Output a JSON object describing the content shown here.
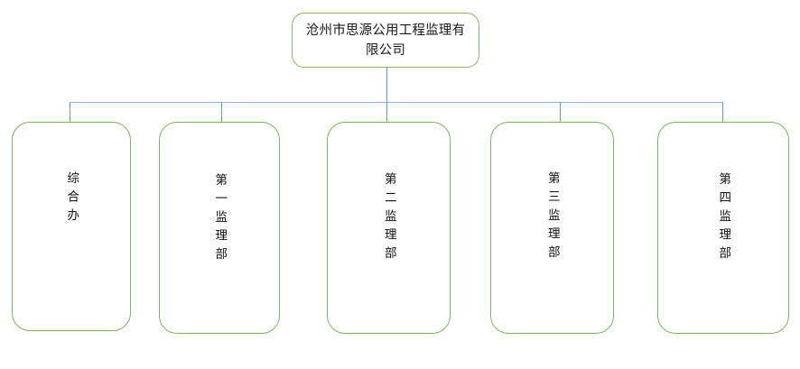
{
  "diagram": {
    "title_text": "沧州市思源公用工程监理有限公司",
    "colors": {
      "node_border_green": "#8cb56a",
      "child_border_green": "#7fb35e",
      "connector_blue": "#5b9bd5",
      "connector_blue_light": "#8cb7e0",
      "background": "#ffffff",
      "text": "#111111"
    },
    "root": {
      "label": "沧州市思源公用工程监理有限公司"
    },
    "children": [
      {
        "label": "综合办"
      },
      {
        "label": "第一监理部"
      },
      {
        "label": "第二监理部"
      },
      {
        "label": "第三监理部"
      },
      {
        "label": "第四监理部"
      }
    ]
  }
}
